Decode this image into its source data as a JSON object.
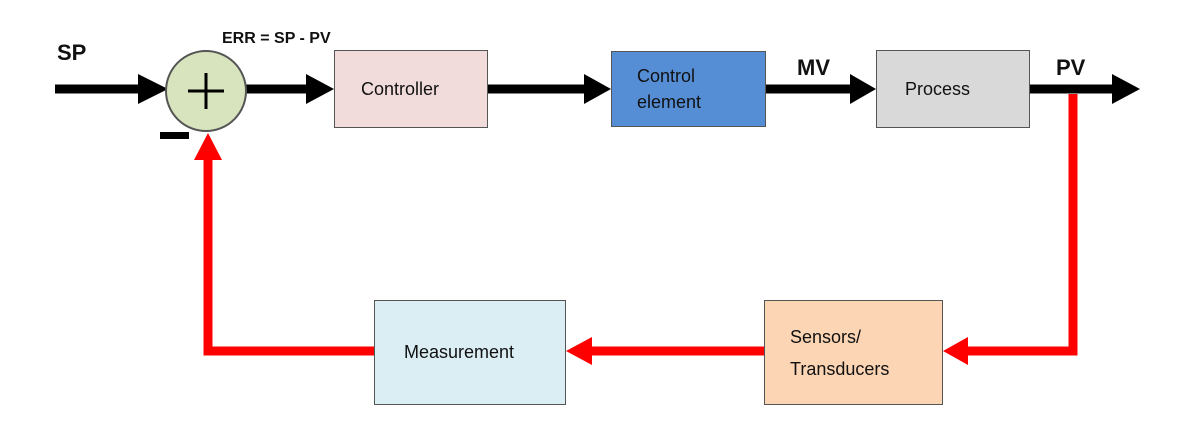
{
  "labels": {
    "sp": "SP",
    "err": "ERR = SP - PV",
    "mv": "MV",
    "pv": "PV",
    "minus": "−",
    "plus": "+"
  },
  "blocks": {
    "controller": "Controller",
    "control_element": [
      "Control",
      "element"
    ],
    "process": "Process",
    "sensors": [
      "Sensors/",
      "Transducers"
    ],
    "measurement": "Measurement"
  },
  "colors": {
    "forward_path": "#000000",
    "feedback_path": "#ff0000",
    "summing_junction": "#d7e4bd",
    "controller": "#f2dcdb",
    "control_element": "#558ed5",
    "process": "#d9d9d9",
    "sensors": "#fcd5b5",
    "measurement": "#dbeef4"
  }
}
